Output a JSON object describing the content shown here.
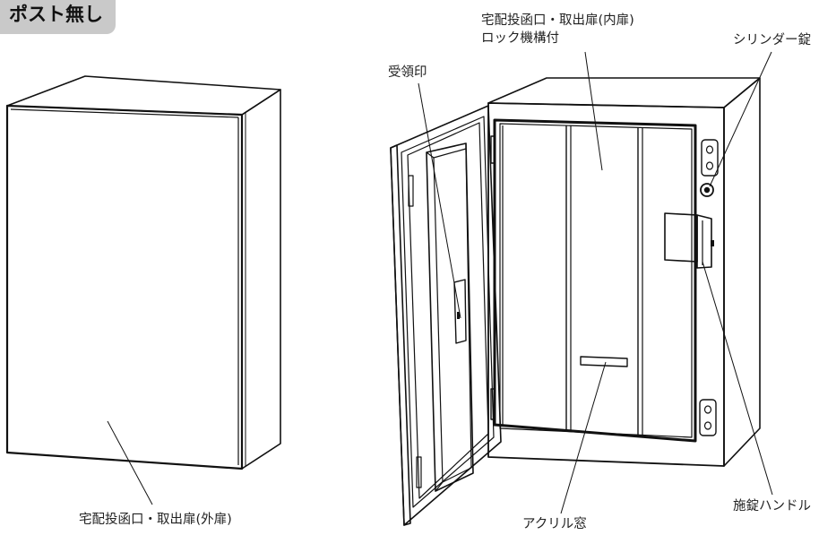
{
  "header": {
    "badge_text": "ポスト無し"
  },
  "labels": {
    "outer_door": "宅配投函口・取出扉(外扉)",
    "inner_door_line1": "宅配投函口・取出扉(内扉)",
    "inner_door_line2": "ロック機構付",
    "cylinder_lock": "シリンダー錠",
    "receipt_stamp": "受領印",
    "lock_handle": "施錠ハンドル",
    "acrylic_window": "アクリル窓"
  }
}
